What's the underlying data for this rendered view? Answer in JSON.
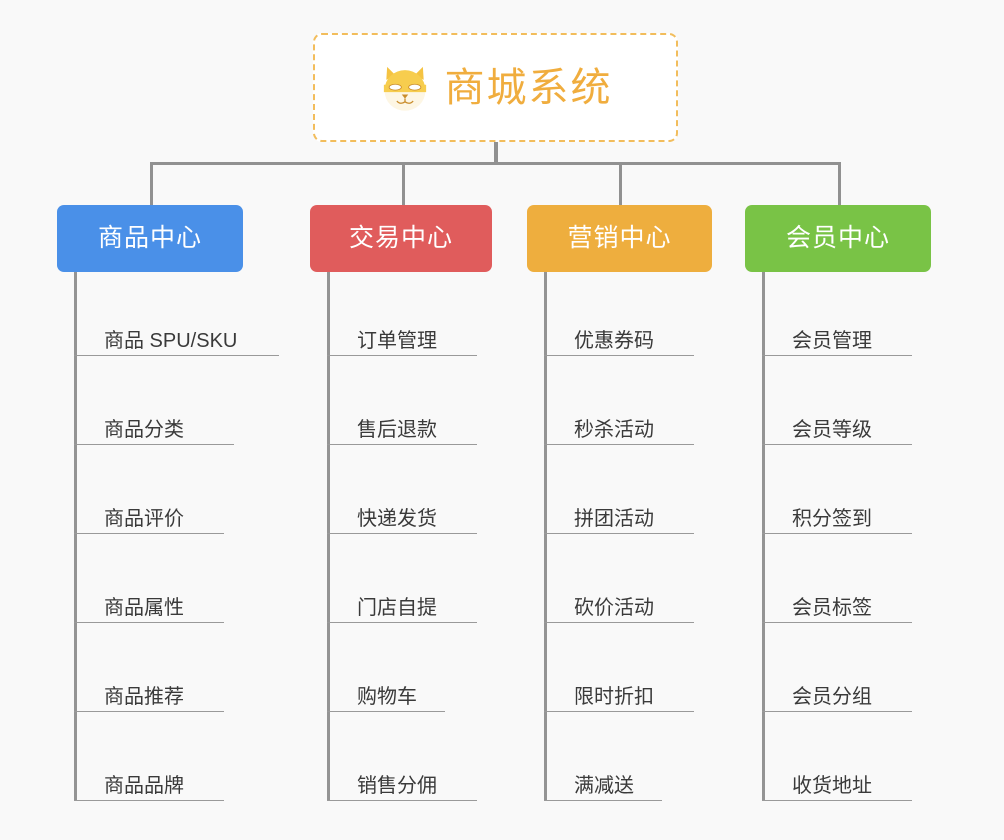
{
  "page": {
    "background_color": "#f9f9f9",
    "diagram_type": "organization-tree"
  },
  "root": {
    "title": "商城系统",
    "icon": "shiba-dog-face-icon",
    "text_color": "#f0ad3e",
    "border_color": "#f2bd5c",
    "fill_color": "#ffffff"
  },
  "connector": {
    "color": "#919191"
  },
  "branches": [
    {
      "label": "商品中心",
      "color": "#4a90e8",
      "items": [
        "商品 SPU/SKU",
        "商品分类",
        "商品评价",
        "商品属性",
        "商品推荐",
        "商品品牌"
      ]
    },
    {
      "label": "交易中心",
      "color": "#e05c5c",
      "items": [
        "订单管理",
        "售后退款",
        "快递发货",
        "门店自提",
        "购物车",
        "销售分佣"
      ]
    },
    {
      "label": "营销中心",
      "color": "#eeae3e",
      "items": [
        "优惠券码",
        "秒杀活动",
        "拼团活动",
        "砍价活动",
        "限时折扣",
        "满减送"
      ]
    },
    {
      "label": "会员中心",
      "color": "#79c346",
      "items": [
        "会员管理",
        "会员等级",
        "积分签到",
        "会员标签",
        "会员分组",
        "收货地址"
      ]
    }
  ]
}
